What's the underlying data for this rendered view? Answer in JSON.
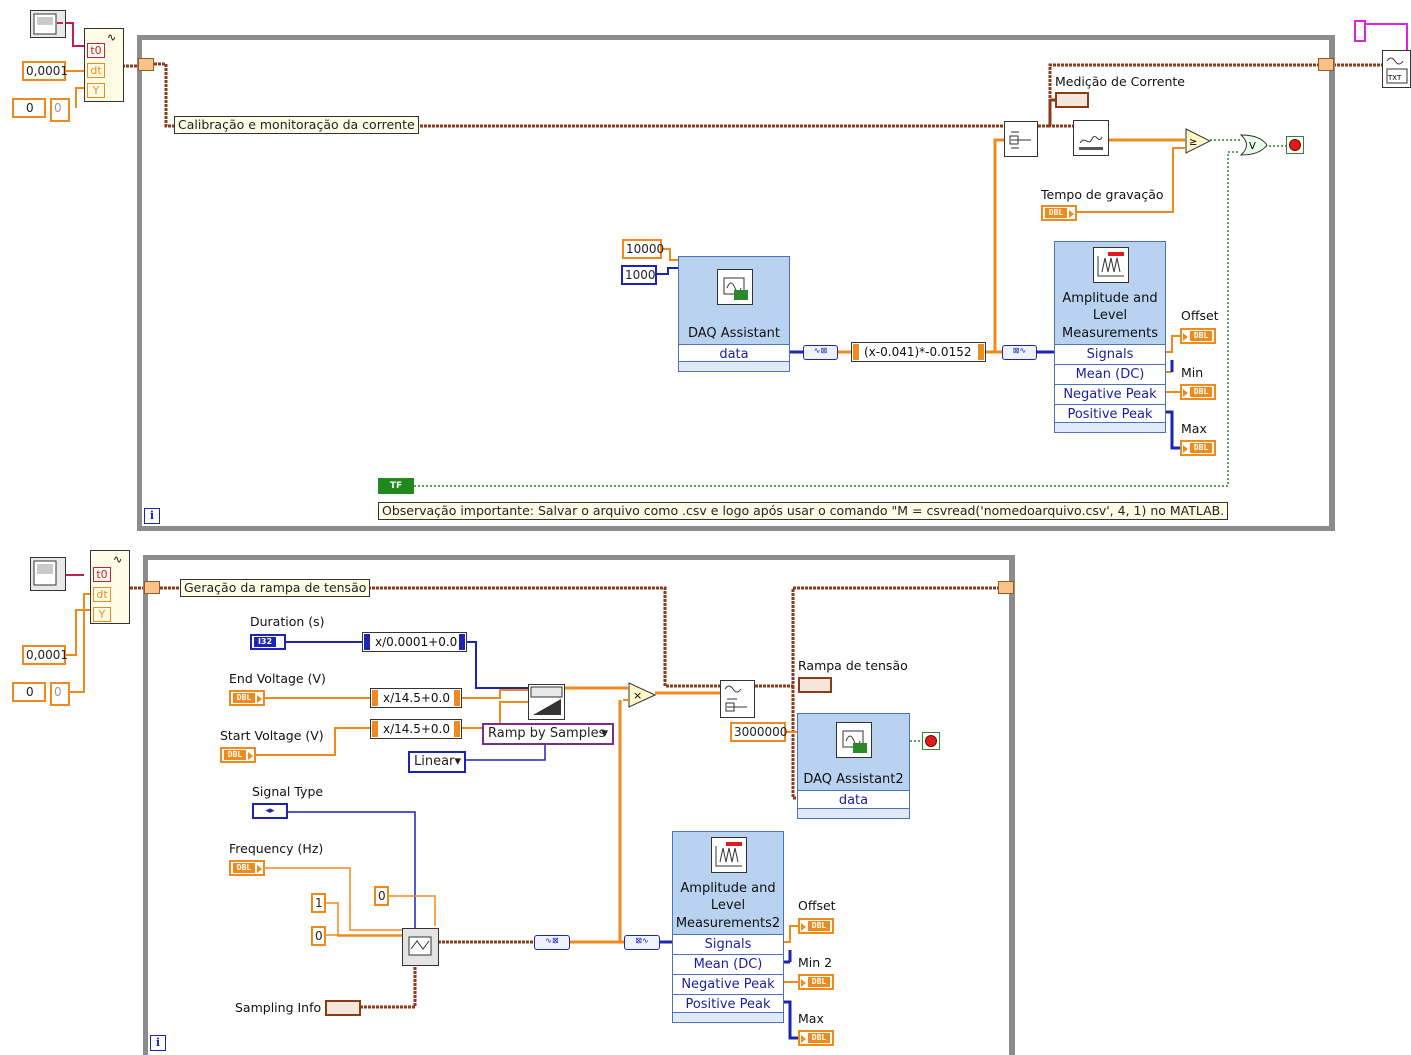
{
  "top_loop": {
    "string_label": "Calibração e monitoração da corrente",
    "medicao_label": "Medição de Corrente",
    "tempo_label": "Tempo de gravação",
    "const_10000": "10000",
    "const_1000": "1000",
    "daq_title": "DAQ Assistant",
    "daq_row": "data",
    "formula": "(x-0.041)*-0.0152",
    "amp_title_1": "Amplitude and",
    "amp_title_2": "Level",
    "amp_title_3": "Measurements",
    "amp_rows": [
      "Signals",
      "Mean (DC)",
      "Negative Peak",
      "Positive Peak"
    ],
    "offset_label": "Offset",
    "min_label": "Min",
    "max_label": "Max",
    "tf_label": "TF",
    "note": "Observação importante: Salvar o arquivo como .csv e logo após usar o comando \"M = csvread('nomedoarquivo.csv', 4, 1) no MATLAB.",
    "bundle_t0": "t0",
    "bundle_dt": "dt",
    "bundle_y": "Y",
    "dt_const": "0,0001",
    "zero_a": "0",
    "zero_b": "0"
  },
  "bottom_loop": {
    "string_label": "Geração da rampa de tensão",
    "duration_label": "Duration (s)",
    "duration_type": "I32",
    "formula_duration": "x/0.0001+0.0",
    "end_label": "End Voltage (V)",
    "formula_end": "x/14.5+0.0",
    "start_label": "Start Voltage (V)",
    "formula_start": "x/14.5+0.0",
    "ramp_ring": "Ramp by Samples",
    "linear_ring": "Linear",
    "signal_type_label": "Signal Type",
    "frequency_label": "Frequency (Hz)",
    "const_1": "1",
    "const_0a": "0",
    "const_0b": "0",
    "sampling_label": "Sampling Info",
    "rampa_label": "Rampa de tensão",
    "const_3000000": "3000000",
    "daq_title": "DAQ Assistant2",
    "daq_row": "data",
    "amp_title_1": "Amplitude and",
    "amp_title_2": "Level",
    "amp_title_3": "Measurements2",
    "amp_rows": [
      "Signals",
      "Mean (DC)",
      "Negative Peak",
      "Positive Peak"
    ],
    "offset_label": "Offset",
    "min_label": "Min 2",
    "max_label": "Max",
    "bundle_t0": "t0",
    "bundle_dt": "dt",
    "bundle_y": "Y",
    "dt_const": "0,0001",
    "zero_a": "0",
    "zero_b": "0"
  },
  "type_tags": {
    "dbl": "DBL",
    "i32": "I32"
  },
  "colors": {
    "numeric_orange": "#f08a1c",
    "integer_blue": "#1c24b4",
    "waveform_brown": "#8b3a1a",
    "boolean_green": "#1e8a1e",
    "loop_gray": "#8c8c8c"
  }
}
